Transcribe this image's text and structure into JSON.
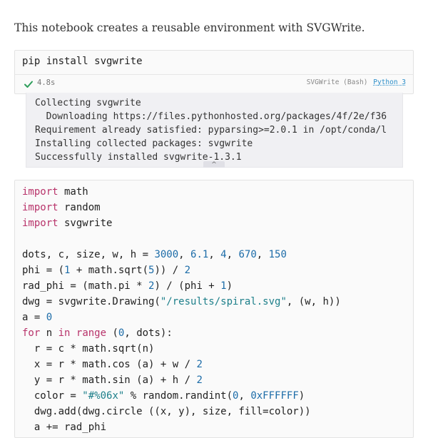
{
  "intro": {
    "text": "This notebook creates a reusable environment with SVGWrite."
  },
  "cell1": {
    "code": "pip install svgwrite",
    "status": {
      "icon": "check-icon",
      "elapsed": "4.8s",
      "color": "#2e9e5b"
    },
    "kernel": {
      "env": "SVGWrite (Bash)",
      "language": "Python 3"
    },
    "output": {
      "lines": [
        "Collecting svgwrite",
        "  Downloading https://files.pythonhosted.org/packages/4f/2e/f36",
        "Requirement already satisfied: pyparsing>=2.0.1 in /opt/conda/l",
        "Installing collected packages: svgwrite",
        "Successfully installed svgwrite-1.3.1"
      ],
      "collapse_label": "^"
    }
  },
  "cell2": {
    "lines": [
      [
        [
          "kw",
          "import"
        ],
        [
          "plain",
          " math"
        ]
      ],
      [
        [
          "kw",
          "import"
        ],
        [
          "plain",
          " random"
        ]
      ],
      [
        [
          "kw",
          "import"
        ],
        [
          "plain",
          " svgwrite"
        ]
      ],
      [
        [
          "plain",
          ""
        ]
      ],
      [
        [
          "plain",
          "dots, c, size, w, h = "
        ],
        [
          "num",
          "3000"
        ],
        [
          "plain",
          ", "
        ],
        [
          "num",
          "6.1"
        ],
        [
          "plain",
          ", "
        ],
        [
          "num",
          "4"
        ],
        [
          "plain",
          ", "
        ],
        [
          "num",
          "670"
        ],
        [
          "plain",
          ", "
        ],
        [
          "num",
          "150"
        ]
      ],
      [
        [
          "plain",
          "phi = ("
        ],
        [
          "num",
          "1"
        ],
        [
          "plain",
          " + math.sqrt("
        ],
        [
          "num",
          "5"
        ],
        [
          "plain",
          ")) / "
        ],
        [
          "num",
          "2"
        ]
      ],
      [
        [
          "plain",
          "rad_phi = (math.pi * "
        ],
        [
          "num",
          "2"
        ],
        [
          "plain",
          ") / (phi + "
        ],
        [
          "num",
          "1"
        ],
        [
          "plain",
          ")"
        ]
      ],
      [
        [
          "plain",
          "dwg = svgwrite.Drawing("
        ],
        [
          "str",
          "\"/results/spiral.svg\""
        ],
        [
          "plain",
          ", (w, h))"
        ]
      ],
      [
        [
          "plain",
          "a = "
        ],
        [
          "num",
          "0"
        ]
      ],
      [
        [
          "kw",
          "for"
        ],
        [
          "plain",
          " n "
        ],
        [
          "kw",
          "in"
        ],
        [
          "plain",
          " "
        ],
        [
          "kw",
          "range"
        ],
        [
          "plain",
          " ("
        ],
        [
          "num",
          "0"
        ],
        [
          "plain",
          ", dots):"
        ]
      ],
      [
        [
          "plain",
          "  r = c * math.sqrt(n)"
        ]
      ],
      [
        [
          "plain",
          "  x = r * math.cos (a) + w / "
        ],
        [
          "num",
          "2"
        ]
      ],
      [
        [
          "plain",
          "  y = r * math.sin (a) + h / "
        ],
        [
          "num",
          "2"
        ]
      ],
      [
        [
          "plain",
          "  color = "
        ],
        [
          "str",
          "\"#%06x\""
        ],
        [
          "plain",
          " % random.randint("
        ],
        [
          "num",
          "0"
        ],
        [
          "plain",
          ", "
        ],
        [
          "num",
          "0xFFFFFF"
        ],
        [
          "plain",
          ")"
        ]
      ],
      [
        [
          "plain",
          "  dwg.add(dwg.circle ((x, y), size, fill=color))"
        ]
      ],
      [
        [
          "plain",
          "  a += rad_phi"
        ]
      ]
    ]
  }
}
